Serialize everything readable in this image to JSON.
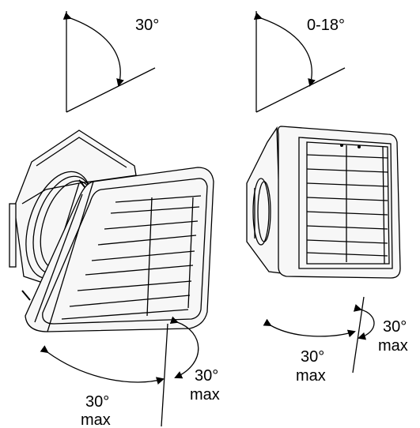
{
  "labels": {
    "tilt_left": "30°",
    "tilt_right": "0-18°",
    "swing_left_a_value": "30°",
    "swing_left_a_unit": "max",
    "swing_left_b_value": "30°",
    "swing_left_b_unit": "max",
    "swing_right_a_value": "30°",
    "swing_right_a_unit": "max",
    "swing_right_b_value": "30°",
    "swing_right_b_unit": "max"
  },
  "colors": {
    "line": "#000000",
    "fill": "#f7f7f7",
    "background": "#ffffff"
  }
}
